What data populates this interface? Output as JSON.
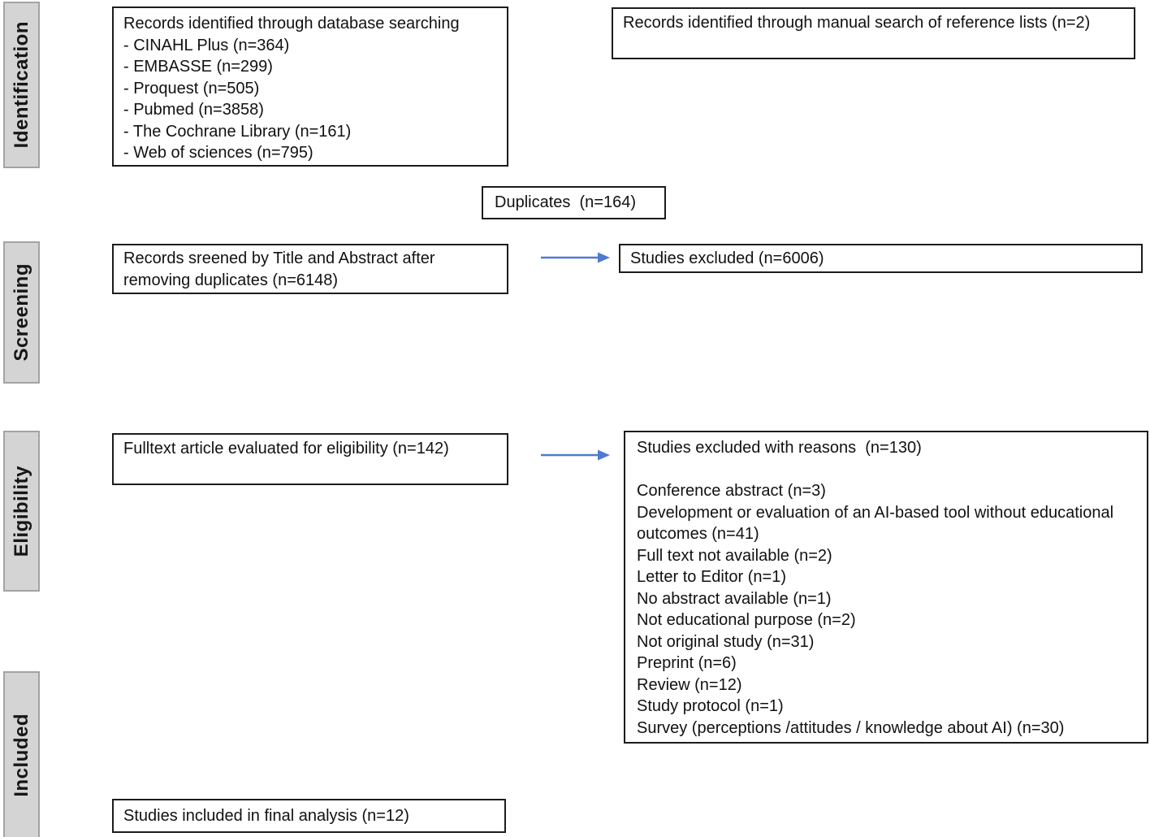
{
  "figure": {
    "type": "prisma-flow-diagram"
  },
  "stages": [
    {
      "label": "Identification"
    },
    {
      "label": "Screening"
    },
    {
      "label": "Eligibility"
    },
    {
      "label": "Included"
    }
  ],
  "boxes": {
    "database_search": {
      "title": "Records identified through database searching",
      "items": [
        "- CINAHL Plus (n=364)",
        "- EMBASSE (n=299)",
        "- Proquest (n=505)",
        "- Pubmed (n=3858)",
        "- The Cochrane Library (n=161)",
        "- Web of sciences (n=795)"
      ]
    },
    "manual_search": {
      "text": "Records identified through manual search of reference lists (n=2)"
    },
    "duplicates": {
      "text": "Duplicates  (n=164)"
    },
    "screened": {
      "text": "Records sreened by Title and Abstract after removing duplicates (n=6148)"
    },
    "excluded_screening": {
      "text": "Studies excluded (n=6006)"
    },
    "fulltext": {
      "text": "Fulltext article evaluated for eligibility (n=142)"
    },
    "excluded_reasons": {
      "title": "Studies excluded with reasons  (n=130)",
      "reasons": [
        "Conference abstract (n=3)",
        "Development or evaluation of an AI-based tool without educational outcomes (n=41)",
        "Full text not available (n=2)",
        "Letter to Editor (n=1)",
        "No abstract available (n=1)",
        "Not educational purpose (n=2)",
        "Not original study (n=31)",
        "Preprint (n=6)",
        "Review (n=12)",
        "Study protocol (n=1)",
        "Survey (perceptions /attitudes / knowledge about AI) (n=30)"
      ]
    },
    "included": {
      "text": "Studies included in final analysis (n=12)"
    }
  },
  "colors": {
    "arrow": "#4f7ad1",
    "stage_fill": "#d4d4d4",
    "stage_border": "#a3a3a3",
    "box_border": "#1c1c1c"
  }
}
